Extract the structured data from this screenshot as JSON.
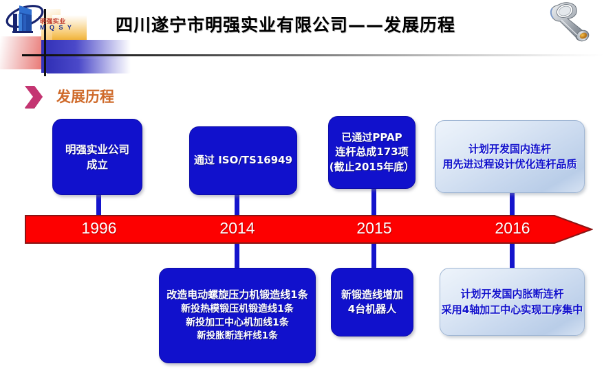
{
  "header": {
    "title": "四川遂宁市明强实业有限公司——发展历程",
    "logo": {
      "cn": "明强实业",
      "en": "M Q S Y",
      "icon": "company-building-orbit-logo"
    },
    "product_icon": "connecting-rod-3d-image"
  },
  "section": {
    "bullet_icon": "chevron-bullet-icon",
    "label": "发展历程",
    "label_color": "#cf6a2a"
  },
  "timeline": {
    "arrow_color": "#fd0000",
    "arrow_border_color": "#8a1414",
    "stem_color": "#1414cc",
    "years": [
      "1996",
      "2014",
      "2015",
      "2016"
    ]
  },
  "nodes_above": [
    {
      "year": "1996",
      "style": "dark",
      "lines": [
        {
          "text": "明强实业公司",
          "size": "sz-16"
        },
        {
          "text": "成立",
          "size": "sz-16"
        }
      ]
    },
    {
      "year": "2014",
      "style": "dark",
      "lines": [
        {
          "text": "通过 ISO/TS16949",
          "size": "sz-15"
        }
      ]
    },
    {
      "year": "2015",
      "style": "dark",
      "lines": [
        {
          "text": "已通过PPAP",
          "size": "sz-15"
        },
        {
          "text": "连杆总成173项",
          "size": "sz-15"
        },
        {
          "text": "(截止2015年底）",
          "size": "sz-15"
        }
      ]
    },
    {
      "year": "2016",
      "style": "light",
      "lines": [
        {
          "text": "计划开发国内连杆",
          "size": "sz-15"
        },
        {
          "text": "用先进过程设计优化连杆品质",
          "size": "sz-15"
        }
      ]
    }
  ],
  "nodes_below": [
    {
      "year": "2014",
      "style": "dark",
      "lines": [
        {
          "text": "改造电动螺旋压力机锻造线1条",
          "size": "sz-15"
        },
        {
          "text": "新投热模锻压机锻造线1条",
          "size": "sz-14"
        },
        {
          "text": "新投加工中心机加线1条",
          "size": "sz-14"
        },
        {
          "text": "新投胀断连杆线1条",
          "size": "sz-13"
        }
      ]
    },
    {
      "year": "2015",
      "style": "dark",
      "lines": [
        {
          "text": "新锻造线增加",
          "size": "sz-15"
        },
        {
          "text": "4台机器人",
          "size": "sz-15"
        }
      ]
    },
    {
      "year": "2016",
      "style": "light",
      "lines": [
        {
          "text": "计划开发国内胀断连杆",
          "size": "sz-15"
        },
        {
          "text": "采用4轴加工中心实现工序集中",
          "size": "sz-15"
        }
      ]
    }
  ],
  "colors": {
    "box_dark_fill": "#1111cc",
    "box_light_fill": "#cfdcef",
    "text_on_dark": "#ffffff",
    "text_on_light": "#1111cc",
    "arrow_red": "#fd0000"
  }
}
